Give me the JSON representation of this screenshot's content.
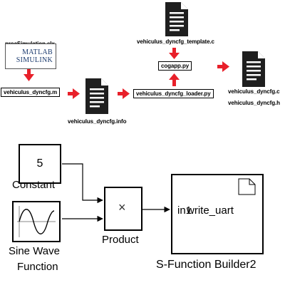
{
  "pipeline": {
    "model_file": "procSimulation.slx",
    "logo_line1": "MATLAB",
    "logo_line2": "SIMULINK",
    "m_file": "vehiculus_dyncfg.m",
    "info_file": "vehiculus_dyncfg.info",
    "loader": "vehiculus_dyncfg_loader.py",
    "template": "vehiculus_dyncfg_template.c",
    "cogapp": "cogapp.py",
    "out_c": "vehiculus_dyncfg.c",
    "out_h": "vehiculus_dyncfg.h"
  },
  "simulink": {
    "constant_value": "5",
    "constant_label": "Constant",
    "sine_label_line1": "Sine Wave",
    "sine_label_line2": "Function",
    "product_symbol": "×",
    "product_label": "Product",
    "sfun_port_in": "in1",
    "sfun_body": "write_uart",
    "sfun_label": "S-Function Builder2"
  },
  "colors": {
    "arrow_red": "#e8202a",
    "doc_dark": "#1f1f1f"
  }
}
